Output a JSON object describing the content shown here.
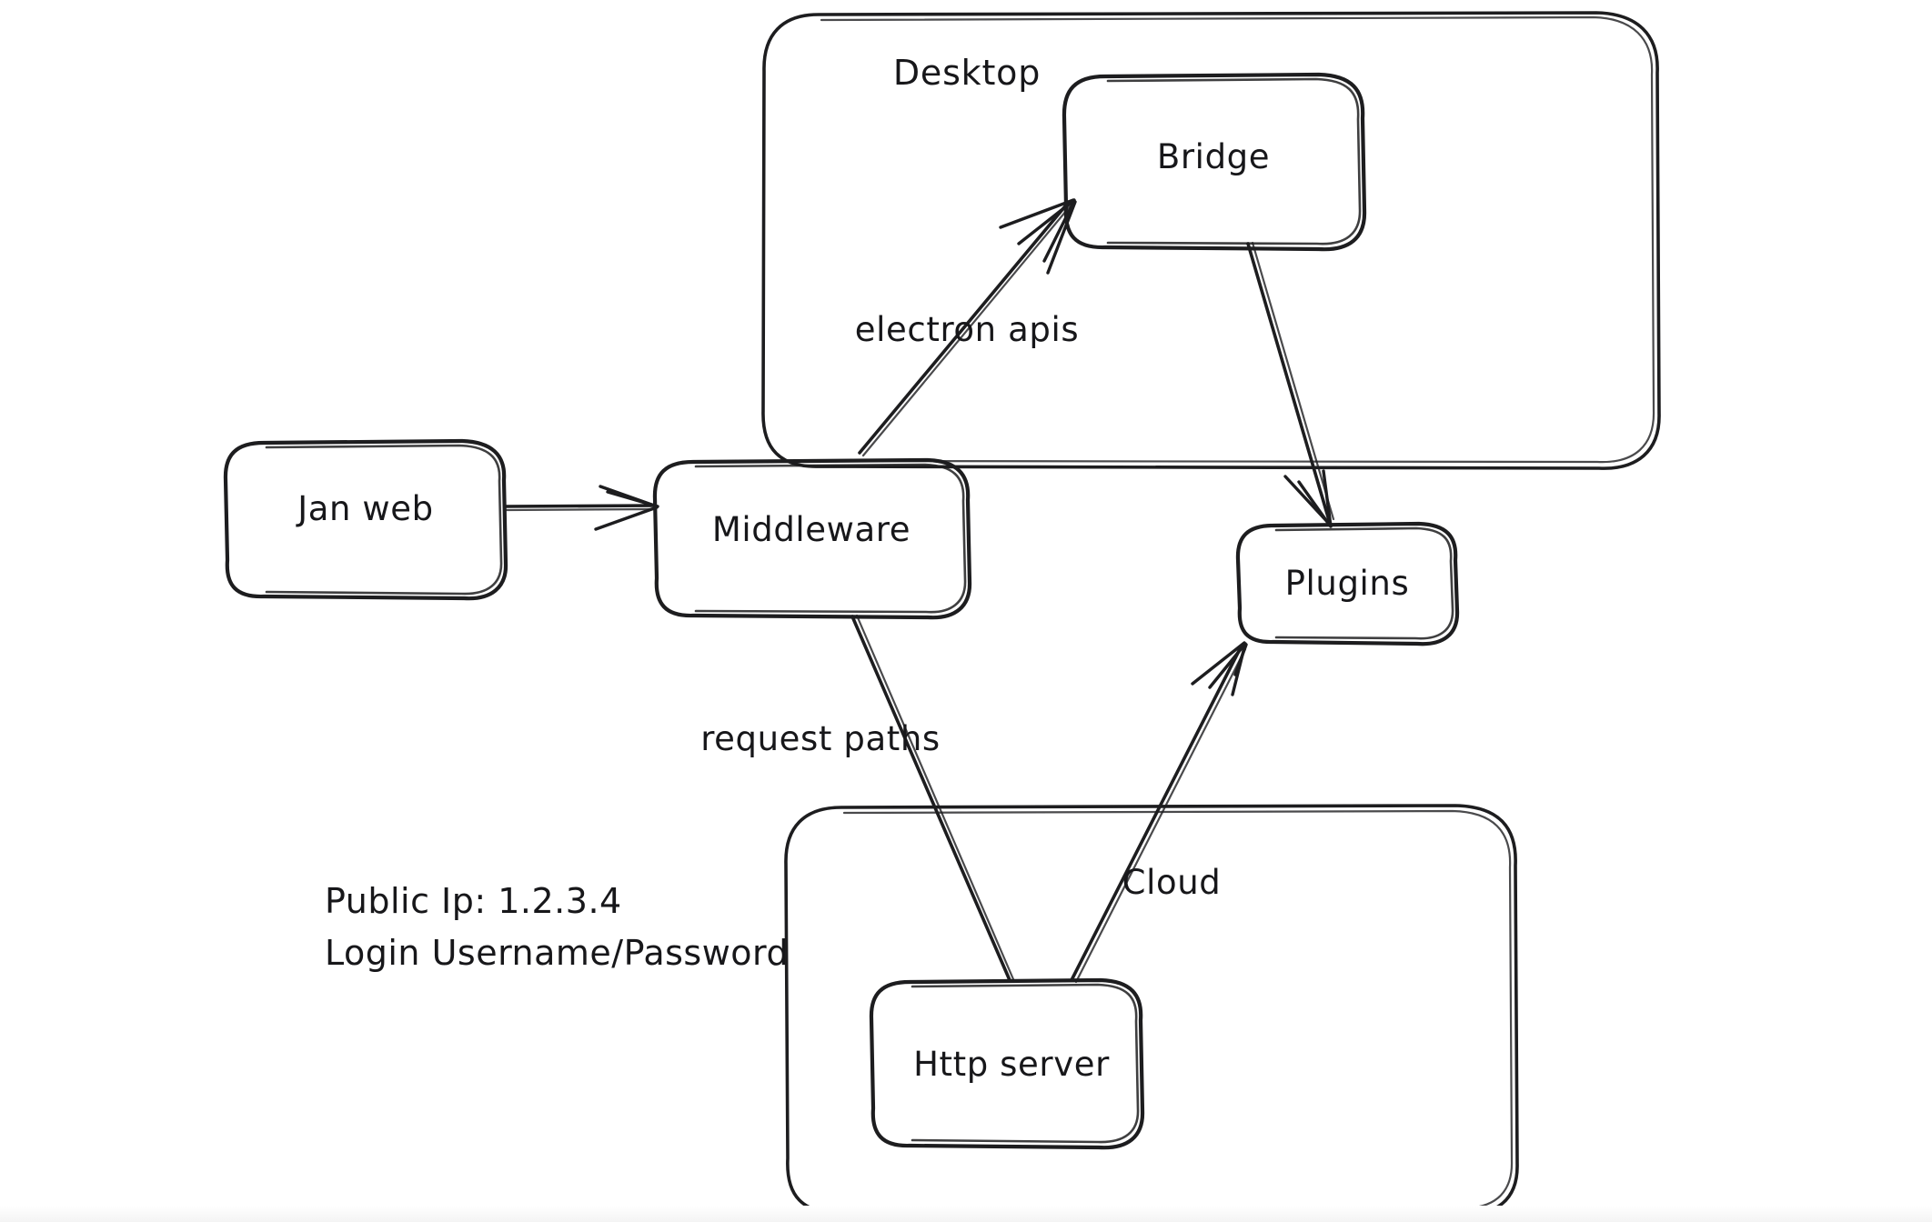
{
  "diagram": {
    "title": "Jan architecture diagram",
    "background_color": "#ffffff",
    "ink_color": "#1d1d1f",
    "style": "hand-drawn whiteboard sketch",
    "containers": [
      {
        "id": "desktop",
        "label": "Desktop"
      },
      {
        "id": "cloud",
        "label": ""
      }
    ],
    "nodes": [
      {
        "id": "jan-web",
        "label": "Jan web"
      },
      {
        "id": "middleware",
        "label": "Middleware"
      },
      {
        "id": "bridge",
        "label": "Bridge"
      },
      {
        "id": "plugins",
        "label": "Plugins"
      },
      {
        "id": "http-server",
        "label": "Http server"
      }
    ],
    "edges": [
      {
        "id": "janweb-to-middleware",
        "from": "jan-web",
        "to": "middleware",
        "label": "",
        "arrowhead": true
      },
      {
        "id": "middleware-to-bridge",
        "from": "middleware",
        "to": "bridge",
        "label": "electron apis",
        "arrowhead": true
      },
      {
        "id": "bridge-to-plugins",
        "from": "bridge",
        "to": "plugins",
        "label": "",
        "arrowhead": true
      },
      {
        "id": "middleware-to-httpserver",
        "from": "middleware",
        "to": "http-server",
        "label": "request paths",
        "arrowhead": false
      },
      {
        "id": "httpserver-to-plugins",
        "from": "http-server",
        "to": "plugins",
        "label": "Cloud",
        "arrowhead": true
      }
    ],
    "edge_labels": {
      "electron_apis": "electron apis",
      "request_paths": "request paths",
      "cloud": "Cloud"
    },
    "notes": {
      "public_ip_line": "Public Ip: 1.2.3.4",
      "login_line": "Login Username/Password"
    }
  }
}
